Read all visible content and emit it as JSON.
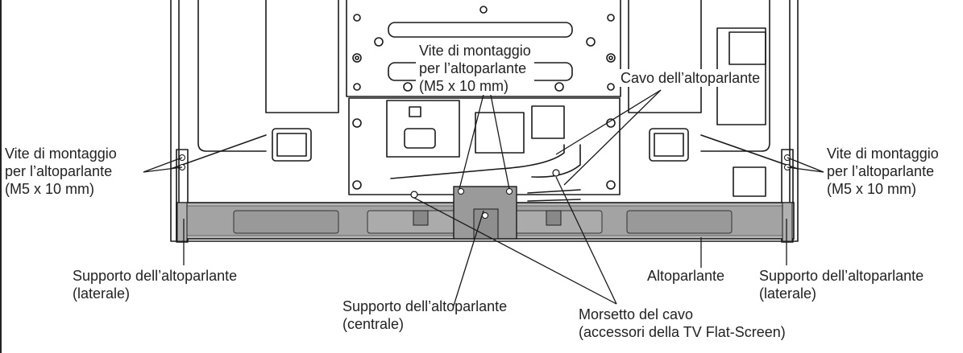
{
  "labels": {
    "screws_center": {
      "line1": "Vite di montaggio",
      "line2": "per l’altoparlante",
      "line3": "(M5 x 10 mm)"
    },
    "screws_left": {
      "line1": "Vite di montaggio",
      "line2": "per l’altoparlante",
      "line3": "(M5 x 10 mm)"
    },
    "screws_right": {
      "line1": "Vite di montaggio",
      "line2": "per l’altoparlante",
      "line3": "(M5 x 10 mm)"
    },
    "speaker_cable": "Cavo dell’altoparlante",
    "side_bracket_left": {
      "line1": "Supporto dell’altoparlante",
      "line2": "(laterale)"
    },
    "side_bracket_right": {
      "line1": "Supporto dell’altoparlante",
      "line2": "(laterale)"
    },
    "center_bracket": {
      "line1": "Supporto dell’altoparlante",
      "line2": "(centrale)"
    },
    "cable_clamp": {
      "line1": "Morsetto del cavo",
      "line2": "(accessori della TV Flat-Screen)"
    },
    "speaker": "Altoparlante"
  }
}
